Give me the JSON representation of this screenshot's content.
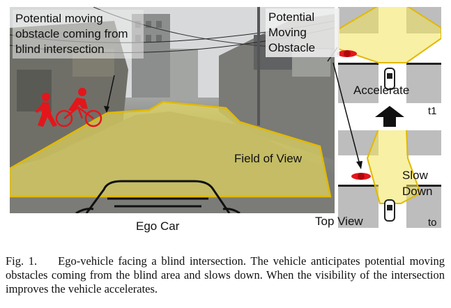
{
  "photo": {
    "annotation": "Potential moving obstacle coming from blind intersection",
    "field_of_view_label": "Field of View",
    "ego_car_label": "Ego Car"
  },
  "top_view": {
    "annotation": "Potential Moving Obstacle",
    "upper_panel_text": "Accelerate",
    "upper_panel_time": "t1",
    "lower_panel_text_1": "Slow",
    "lower_panel_text_2": "Down",
    "lower_panel_time": "to",
    "label": "Top View"
  },
  "caption": {
    "figure_number": "Fig. 1.",
    "text": "Ego-vehicle facing a blind intersection. The vehicle anticipates potential moving obstacles coming from the blind area and slows down. When the visibility of the intersection improves the vehicle accelerates."
  },
  "colors": {
    "fov_fill": "#f2e45a",
    "fov_outline": "#e2b900",
    "obstacle_red": "#e3161b",
    "road_gray": "#bdbdbd"
  }
}
